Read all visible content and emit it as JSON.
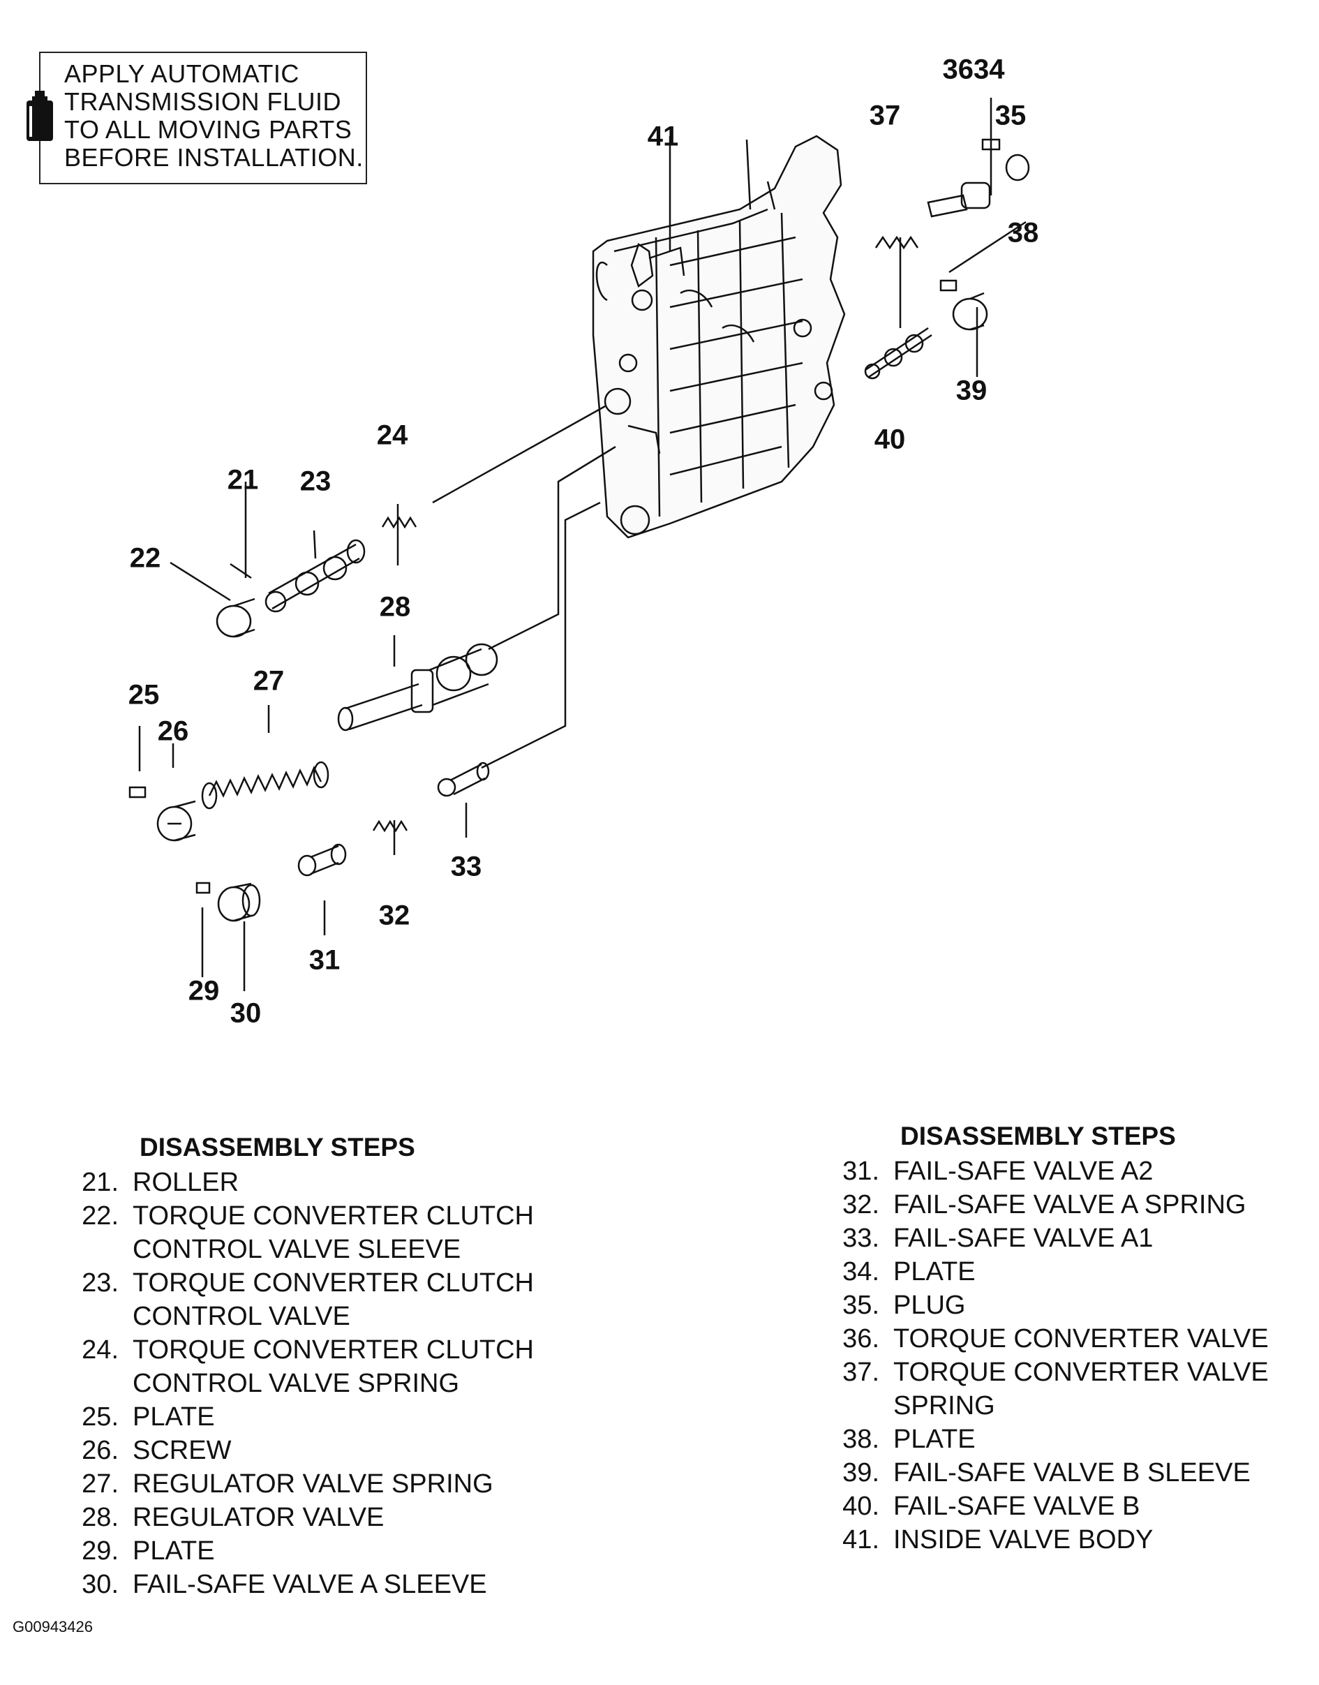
{
  "note": {
    "icon": "fluid-bottle-icon",
    "lines": [
      "APPLY AUTOMATIC",
      "TRANSMISSION FLUID",
      "TO ALL MOVING PARTS",
      "BEFORE INSTALLATION."
    ]
  },
  "callouts": {
    "c3634": "3634",
    "c35": "35",
    "c37": "37",
    "c38": "38",
    "c39": "39",
    "c40": "40",
    "c41": "41",
    "c21": "21",
    "c22": "22",
    "c23": "23",
    "c24": "24",
    "c25": "25",
    "c26": "26",
    "c27": "27",
    "c28": "28",
    "c29": "29",
    "c30": "30",
    "c31": "31",
    "c32": "32",
    "c33": "33"
  },
  "left_steps": {
    "heading": "DISASSEMBLY STEPS",
    "items": [
      {
        "num": "21.",
        "text": "ROLLER"
      },
      {
        "num": "22.",
        "text": "TORQUE CONVERTER CLUTCH",
        "text2": "CONTROL VALVE SLEEVE"
      },
      {
        "num": "23.",
        "text": "TORQUE CONVERTER CLUTCH",
        "text2": "CONTROL VALVE"
      },
      {
        "num": "24.",
        "text": "TORQUE CONVERTER CLUTCH",
        "text2": "CONTROL VALVE SPRING"
      },
      {
        "num": "25.",
        "text": "PLATE"
      },
      {
        "num": "26.",
        "text": "SCREW"
      },
      {
        "num": "27.",
        "text": "REGULATOR VALVE SPRING"
      },
      {
        "num": "28.",
        "text": "REGULATOR VALVE"
      },
      {
        "num": "29.",
        "text": "PLATE"
      },
      {
        "num": "30.",
        "text": "FAIL-SAFE VALVE A SLEEVE"
      }
    ]
  },
  "right_steps": {
    "heading": "DISASSEMBLY STEPS",
    "items": [
      {
        "num": "31.",
        "text": "FAIL-SAFE VALVE A2"
      },
      {
        "num": "32.",
        "text": "FAIL-SAFE VALVE A SPRING"
      },
      {
        "num": "33.",
        "text": "FAIL-SAFE VALVE A1"
      },
      {
        "num": "34.",
        "text": "PLATE"
      },
      {
        "num": "35.",
        "text": "PLUG"
      },
      {
        "num": "36.",
        "text": "TORQUE CONVERTER VALVE"
      },
      {
        "num": "37.",
        "text": "TORQUE CONVERTER VALVE",
        "text2": "SPRING"
      },
      {
        "num": "38.",
        "text": "PLATE"
      },
      {
        "num": "39.",
        "text": "FAIL-SAFE VALVE B SLEEVE"
      },
      {
        "num": "40.",
        "text": "FAIL-SAFE VALVE B"
      },
      {
        "num": "41.",
        "text": "INSIDE VALVE BODY"
      }
    ]
  },
  "figure_code": "G00943426"
}
